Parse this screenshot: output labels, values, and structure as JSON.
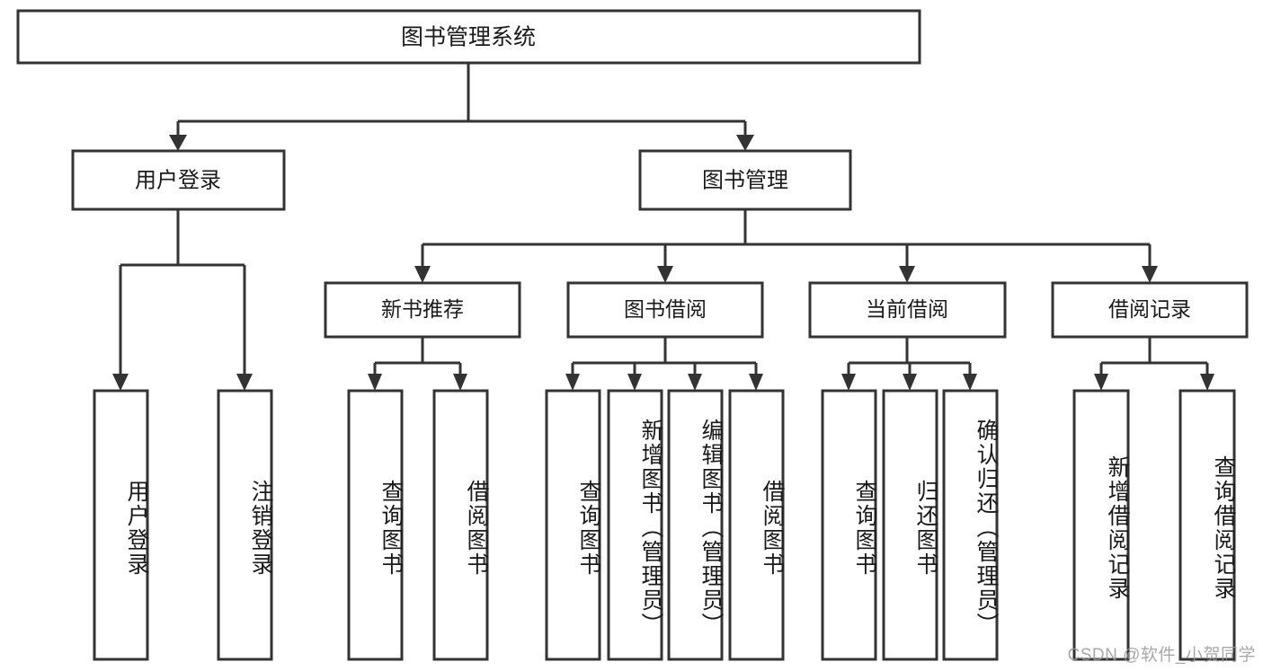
{
  "diagram": {
    "title": "图书管理系统",
    "type": "tree",
    "watermark": "CSDN @软件_小贺同学",
    "colors": {
      "stroke": "#333333",
      "fill": "#ffffff",
      "text": "#1a1a1a",
      "watermark": "#9a9a9a"
    },
    "root": {
      "label": "图书管理系统"
    },
    "level1": [
      {
        "label": "用户登录"
      },
      {
        "label": "图书管理"
      }
    ],
    "level2": [
      {
        "label": "新书推荐"
      },
      {
        "label": "图书借阅"
      },
      {
        "label": "当前借阅"
      },
      {
        "label": "借阅记录"
      }
    ],
    "leaves": {
      "user_login": [
        {
          "label": "用户登录"
        },
        {
          "label": "注销登录"
        }
      ],
      "new_book_recommend": [
        {
          "label": "查询图书"
        },
        {
          "label": "借阅图书"
        }
      ],
      "book_borrow": [
        {
          "label": "查询图书"
        },
        {
          "label": "新增图书（管理员）"
        },
        {
          "label": "编辑图书（管理员）"
        },
        {
          "label": "借阅图书"
        }
      ],
      "current_borrow": [
        {
          "label": "查询图书"
        },
        {
          "label": "归还图书"
        },
        {
          "label": "确认归还（管理员）"
        }
      ],
      "borrow_record": [
        {
          "label": "新增借阅记录"
        },
        {
          "label": "查询借阅记录"
        }
      ]
    }
  }
}
